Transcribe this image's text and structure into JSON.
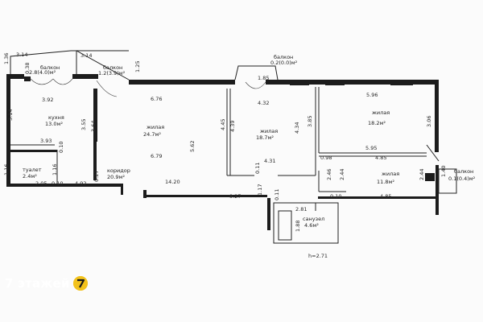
{
  "rooms": {
    "balcony_left": {
      "name": "балкон",
      "area": "2.8(4.0)м²"
    },
    "balcony_mid": {
      "name": "балкон",
      "area": "1.2(3.9)м²"
    },
    "balcony_top": {
      "name": "балкон",
      "area": "0.2(0.0)м²"
    },
    "kitchen": {
      "name": "кухня",
      "area": "13.0м²"
    },
    "living_large": {
      "name": "жилая",
      "area": "24.7м²"
    },
    "living_center": {
      "name": "жилая",
      "area": "18.7м²"
    },
    "living_right": {
      "name": "жилая",
      "area": "18.2м²"
    },
    "living_small": {
      "name": "жилая",
      "area": "11.8м²"
    },
    "balcony_right": {
      "name": "балкон",
      "area": "0.1(0.4)м²"
    },
    "wc": {
      "name": "туалет",
      "area": "2.4м²"
    },
    "corridor": {
      "name": "коридор",
      "area": "20.9м²"
    },
    "bathroom": {
      "name": "санузел",
      "area": "4.6м²"
    }
  },
  "dimensions": {
    "d_1_36": "1.36",
    "d_3_14_top": "3.14",
    "d_3_14_top2": "3.14",
    "d_1_25": "1.25",
    "d_0_38": "0.38",
    "d_1_85": "1.85",
    "d_3_92": "3.92",
    "d_6_76": "6.76",
    "d_4_32": "4.32",
    "d_5_96": "5.96",
    "d_3_14_left": "3.14",
    "d_3_55": "3.55",
    "d_3_64": "3.64",
    "d_4_45": "4.45",
    "d_4_39": "4.39",
    "d_4_34": "4.34",
    "d_3_85": "3.85",
    "d_3_06": "3.06",
    "d_6_79": "6.79",
    "d_5_62": "5.62",
    "d_3_93": "3.93",
    "d_0_10_l": "0.10",
    "d_0_98": "0.98",
    "d_5_95": "5.95",
    "d_4_85_top": "4.85",
    "d_4_31": "4.31",
    "d_0_11": "0.11",
    "d_1_16_a": "1.16",
    "d_1_16_b": "1.16",
    "d_0_27": "0.27",
    "d_2_46": "2.46",
    "d_2_44": "2.44",
    "d_2_44_r": "2.44",
    "d_1_40": "1.40",
    "d_2_05": "2.05",
    "d_0_10_b": "0.10",
    "d_4_92": "4.92",
    "d_14_20": "14.20",
    "d_9_27": "9.27",
    "d_1_17": "1.17",
    "d_0_11_b": "0.11",
    "d_0_10_r": "0.10",
    "d_4_85_bot": "4.85",
    "d_2_81": "2.81",
    "d_1_88": "1.88"
  },
  "ceiling_height": "h=2.71",
  "logo": {
    "text": "7 этажей",
    "mark": "7",
    "mark_color": "#f2c21c"
  }
}
